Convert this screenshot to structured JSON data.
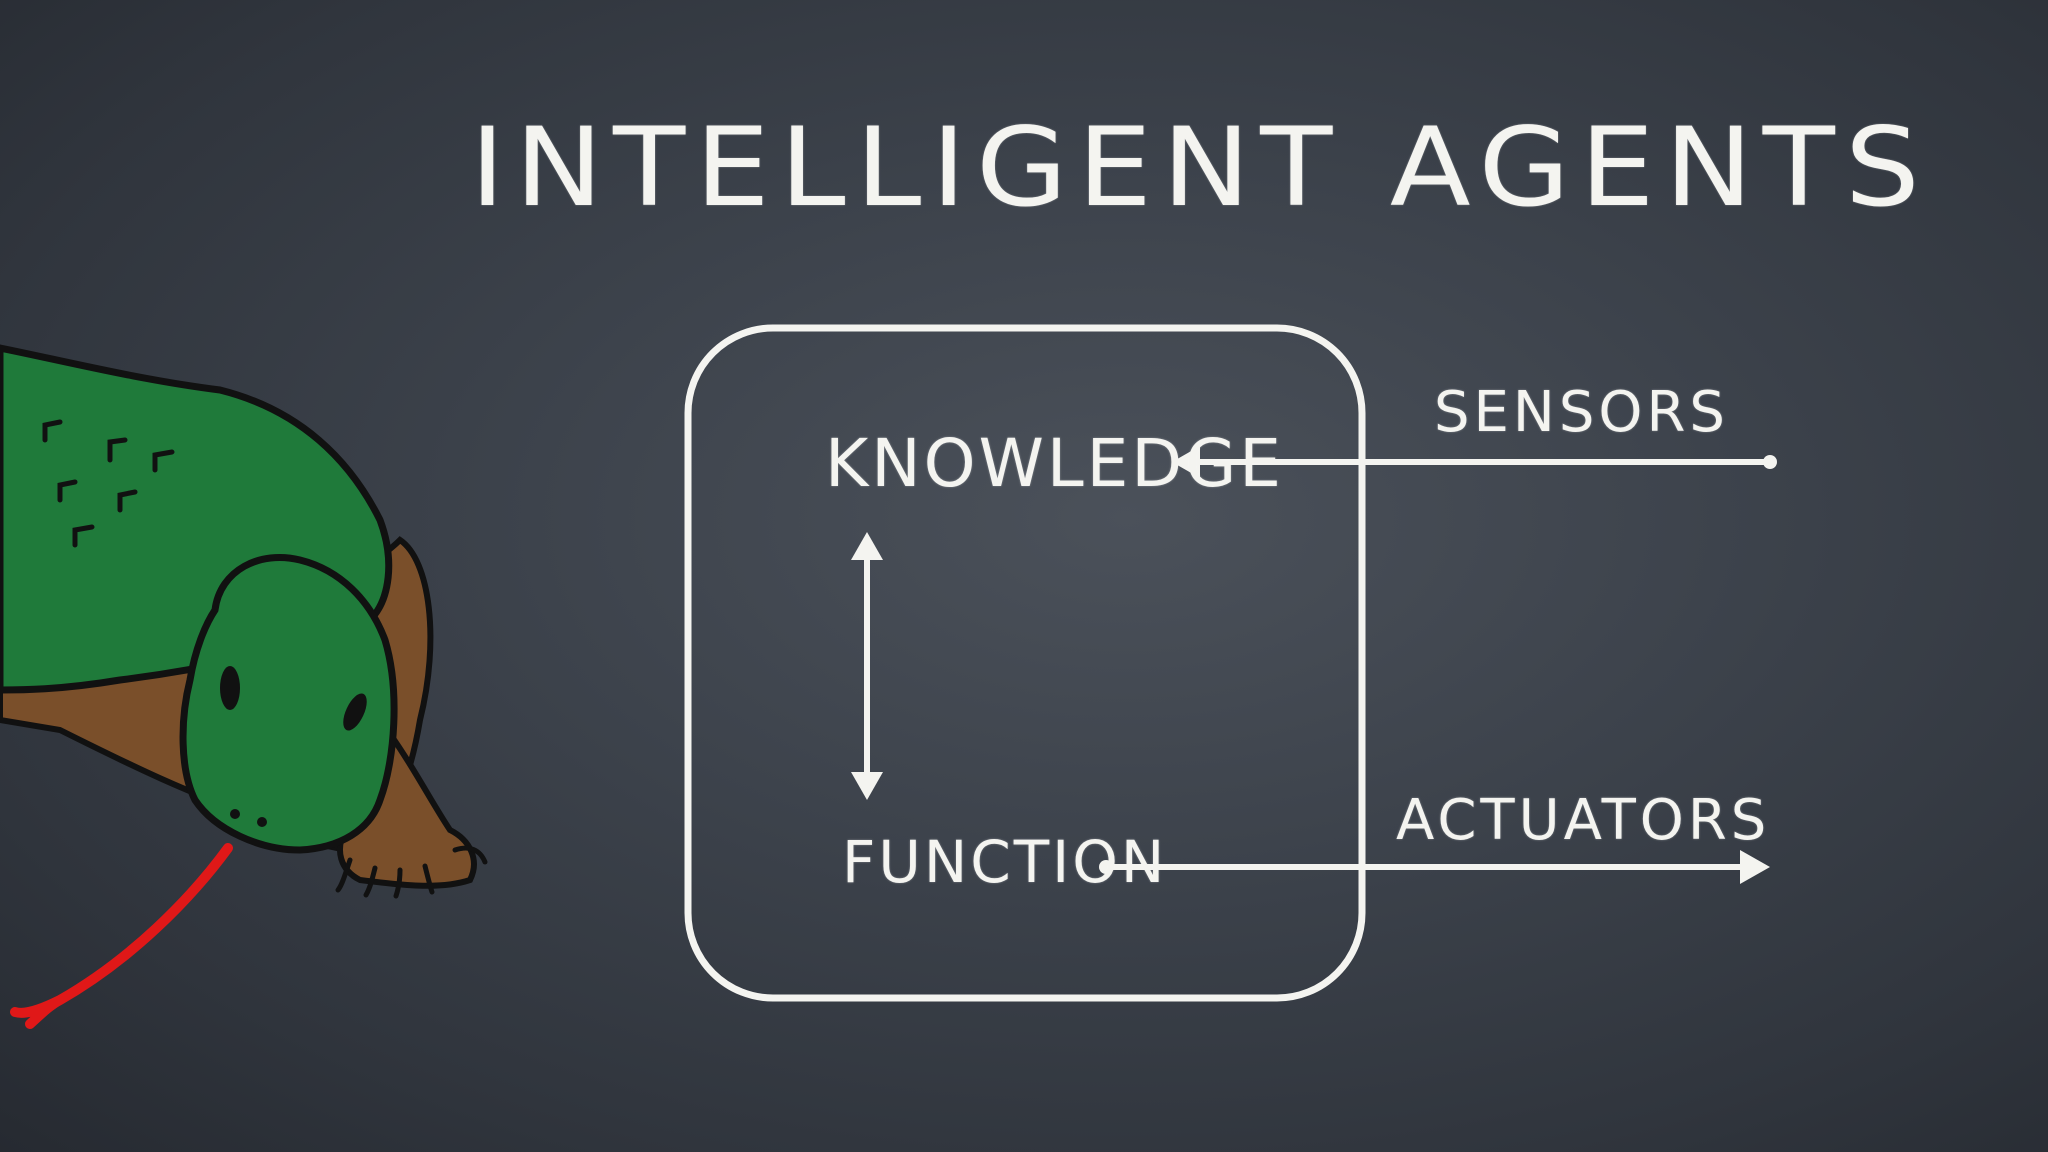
{
  "slide": {
    "title": "Intelligent Agents",
    "background_color": "#3a4048",
    "chalk_color": "#f4f4f0"
  },
  "diagram": {
    "agent_box": {
      "inner_labels": {
        "knowledge": "Knowledge",
        "function": "Function"
      }
    },
    "inputs": {
      "sensors": "Sensors"
    },
    "outputs": {
      "actuators": "Actuators"
    }
  },
  "illustration": {
    "subject": "komodo-dragon",
    "body_color": "#1f7a3a",
    "belly_color": "#7a4f2a",
    "tongue_color": "#e01818"
  }
}
